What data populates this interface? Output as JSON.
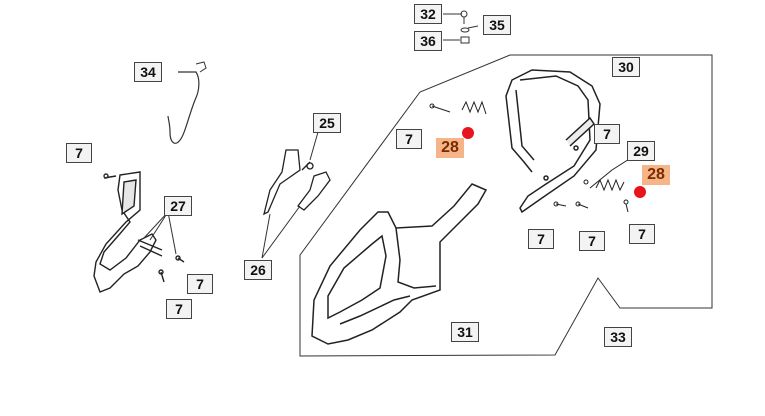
{
  "diagram": {
    "callouts": {
      "c32": "32",
      "c35": "35",
      "c36": "36",
      "c34": "34",
      "c7a": "7",
      "c27": "27",
      "c7b": "7",
      "c7c": "7",
      "c25": "25",
      "c26": "26",
      "c7d": "7",
      "c28a": "28",
      "c30": "30",
      "c7e": "7",
      "c29": "29",
      "c28b": "28",
      "c7f": "7",
      "c7g": "7",
      "c7h": "7",
      "c31": "31",
      "c33": "33"
    },
    "highlight_color": "#f6b588",
    "marker_color": "#e8141d"
  }
}
